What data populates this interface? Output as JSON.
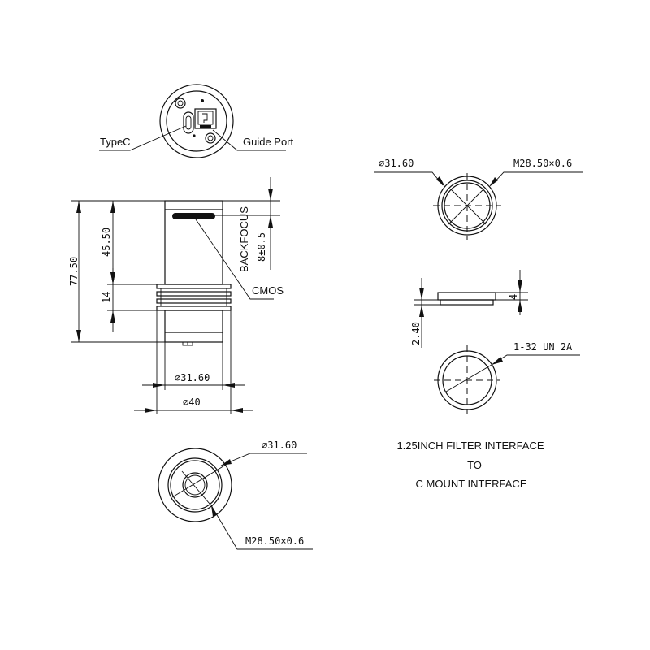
{
  "drawing": {
    "title_lines": [
      "1.25INCH FILTER INTERFACE",
      "TO",
      "C MOUNT INTERFACE"
    ],
    "rear_view": {
      "labels": {
        "typec": "TypeC",
        "guide_port": "Guide Port"
      }
    },
    "side_view": {
      "dims": {
        "overall_length": "77.50",
        "body_length": "45.50",
        "fin_section": "14",
        "backfocus_label": "BACKFOCUS",
        "backfocus_value": "8±0.5",
        "inner_diameter": "∅31.60",
        "outer_diameter": "∅40"
      },
      "labels": {
        "cmos": "CMOS"
      }
    },
    "front_view": {
      "dims": {
        "diameter": "∅31.60",
        "thread": "M28.50×0.6"
      }
    },
    "adapter_top_view": {
      "dims": {
        "diameter": "∅31.60",
        "thread": "M28.50×0.6"
      }
    },
    "adapter_side_view": {
      "dims": {
        "flange": "2.40",
        "height": "4"
      }
    },
    "adapter_bottom_view": {
      "dims": {
        "thread": "1-32 UN 2A"
      }
    }
  }
}
